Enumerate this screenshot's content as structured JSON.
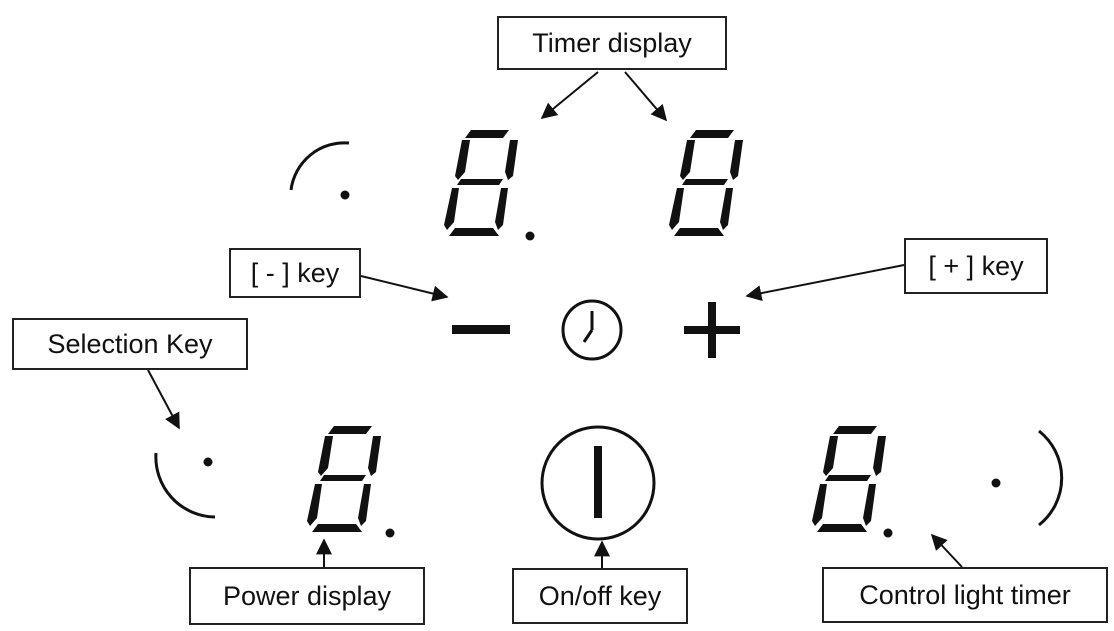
{
  "labels": {
    "timer_display": "Timer display",
    "minus_key": "[ - ] key",
    "plus_key": "[ + ] key",
    "selection_key": "Selection Key",
    "power_display": "Power display",
    "on_off_key": "On/off key",
    "control_light_timer": "Control light timer"
  },
  "icons": {
    "minus": "minus-icon",
    "plus": "plus-icon",
    "clock": "clock-icon",
    "power": "power-icon",
    "selection_arc": "arc-icon",
    "digit": "seven-segment-digit-icon"
  },
  "colors": {
    "ink": "#111111",
    "box_border": "#222222",
    "background": "#ffffff"
  }
}
